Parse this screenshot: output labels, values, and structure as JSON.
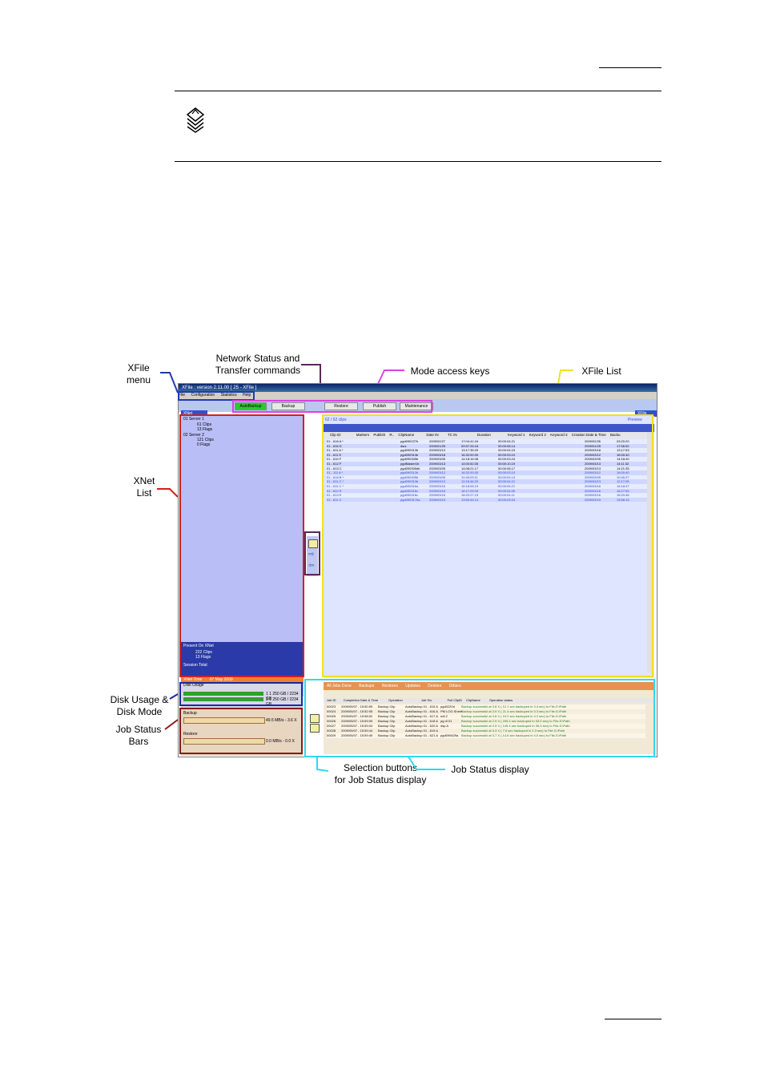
{
  "tip_icon": "tip-stack-icon",
  "callouts": {
    "xfile_menu": "XFile\nmenu",
    "network_status": "Network Status and\nTransfer commands",
    "mode_access_keys": "Mode access keys",
    "xfile_list": "XFile List",
    "xnet_list": "XNet\nList",
    "disk_usage": "Disk Usage &\nDisk Mode",
    "job_status_bars": "Job Status\nBars",
    "selection_buttons": "Selection buttons\nfor Job Status display",
    "job_status_display": "Job Status display"
  },
  "colors": {
    "xfile_menu": "#1f3bb0",
    "network_status": "#5a2a5a",
    "mode_access_keys": "#e040e0",
    "xfile_list": "#f0e020",
    "xnet_list": "#d02020",
    "disk_usage": "#1a2aa0",
    "job_status_bars": "#8a1a1a",
    "job_status_display": "#30d8f0"
  },
  "app": {
    "title": "XFile : version 2.11.00 [ 25 - XFile ]",
    "menu": [
      "File",
      "Configuration",
      "Statistics",
      "Help"
    ],
    "mode_buttons": [
      "AutoBackup",
      "Backup",
      "Restore",
      "Publish",
      "Maintenance"
    ],
    "xnet_tab": "XNet",
    "xfile_tab": "XFile",
    "servers": [
      {
        "name": "01 Server 1",
        "clips": "61 Clips",
        "flags": "13 Flags"
      },
      {
        "name": "02 Server 2",
        "clips": "121 Clips",
        "flags": "0 Flags"
      }
    ],
    "present_on_xnet": "Present On XNet",
    "present_clips": "222 Clips",
    "present_flags": "13 Flags",
    "session_total": "Session Total",
    "xnet_time": "XNet Time",
    "xnet_date": "07 May 2009",
    "list_counter": "62 / 62 clips",
    "preview": "Preview",
    "columns": [
      "Clip ID",
      "Markers",
      "Publish",
      "R..",
      "ClipName",
      "Date IN",
      "TC IN",
      "Duration",
      "Keyword 1",
      "Keyword 2",
      "Keyword 3",
      "Creation Date & Time",
      "Backu"
    ],
    "rows": [
      [
        "01 - 616 A *",
        "pgd090227b",
        "2009/02/27",
        "17:04:41.04",
        "00:00:04.21",
        "2009/02/26",
        "03:20:20"
      ],
      [
        "01 - 616 D",
        "dsrz",
        "2009/01/25",
        "09:57:26.16",
        "00:00:06.14",
        "2009/01/25",
        "17:06:52"
      ],
      [
        "01 - 611 A *",
        "pgd090313b",
        "2009/03/13",
        "13:17:35.09",
        "00:00:04.15",
        "2009/03/18",
        "13:17:53"
      ],
      [
        "01 - 611 E",
        "pgd090313b",
        "2009/03/18",
        "16:32:00.00",
        "00:00:03.10",
        "2009/03/12",
        "16:00:40"
      ],
      [
        "01 - 610 F",
        "pgd090305b",
        "2009/03/05",
        "14:18:16.08",
        "00:00:03.24",
        "2009/03/05",
        "14:18:40"
      ],
      [
        "01 - 612 F",
        "pgdMaster1b",
        "2009/03/13",
        "14:00:52.05",
        "00:00:10.19",
        "2009/03/13",
        "14:11:32"
      ],
      [
        "01 - 613 C",
        "pgd090305db",
        "2009/03/05",
        "14:08:21.17",
        "00:00:06.17",
        "2009/03/13",
        "14:21:35"
      ],
      [
        "01 - 111 A *",
        "pgd090312b",
        "2009/03/12",
        "16:32:00.00",
        "00:00:03.10",
        "2009/03/12",
        "16:00:40"
      ],
      [
        "01 - 616 B *",
        "pgd090305b",
        "2009/03/05",
        "10:45:09.11",
        "00:00:04.14",
        "2009/03/05",
        "10:45:27"
      ],
      [
        "01 - 611 C *",
        "pgd090313b",
        "2009/03/13",
        "12:16:46.20",
        "00:00:04.21",
        "2009/03/13",
        "12:17:05"
      ],
      [
        "01 - 611 C *",
        "pgd090316a",
        "2009/03/16",
        "16:18:06.19",
        "00:00:05.21",
        "2009/03/16",
        "16:18:37"
      ],
      [
        "01 - 612 E",
        "pgd090316c",
        "2009/03/16",
        "16:17:09.09",
        "00:00:04.00",
        "2009/03/16",
        "16:17:53"
      ],
      [
        "01 - 613 E",
        "pgd090316c",
        "2009/03/16",
        "16:20:27.15",
        "00:00:04.11",
        "2009/03/16",
        "16:20:48"
      ],
      [
        "01 - 611 C",
        "pgd090317ba",
        "2009/03/19",
        "13:53:44.14",
        "00:00:03.04",
        "2009/03/19",
        "13:56:15"
      ]
    ],
    "job_tabs": [
      "All Jobs Done",
      "Backups",
      "Restores",
      "Updates",
      "Deletes",
      "Others"
    ],
    "job_columns": [
      "Job ID",
      "Completion Date & Time",
      "Operation",
      "Job Src",
      "Full ClipID",
      "ClipName",
      "Operation status"
    ],
    "job_rows": [
      [
        "00023",
        "2009/05/07 - 15:50:59",
        "Backup Clip",
        "AutoBackup 01 - 615 A",
        "pgd0220d",
        "Backup successful at 3.6 X ( 12.1 sec backuped in 3.4 sec) to File-S:\\Path"
      ],
      [
        "00024",
        "2009/05/07 - 15:52:05",
        "Backup Clip",
        "AutoBackup 01 - 616 A",
        "PM LOG Sheet",
        "Backup successful at 3.9 X ( 21.4 sec backuped in 5.3 sec) to File-S:\\Path"
      ],
      [
        "00025",
        "2009/05/07 - 15:58:02",
        "Backup Clip",
        "AutoBackup 01 - 617 A",
        "edt 2",
        "Backup successful at 3.6 X ( 15.2 sec backuped in 4.2 sec) to File-S:\\Path"
      ],
      [
        "00026",
        "2009/05/07 - 15:59:09",
        "Backup Clip",
        "AutoBackup 01 - 618 A",
        "pg di 01",
        "Backup successful at 2.9 X ( 205.4 sec backuped in 53.0 sec) to File-S:\\Path"
      ],
      [
        "00027",
        "2009/05/07 - 15:59:04",
        "Backup Clip",
        "AutoBackup 01 - 620 A",
        "dsp A",
        "Backup successful at 3.9 X ( 149.4 sec backuped in 36.3 sec) to File-S:\\Path"
      ],
      [
        "00028",
        "2009/05/07 - 15:59:44",
        "Backup Clip",
        "AutoBackup 01 - 619 A",
        "",
        "Backup successful at 3.3 X ( 7.6 sec backuped in 2.3 sec) to File-S:\\Path"
      ],
      [
        "00029",
        "2009/05/07 - 15:59:49",
        "Backup Clip",
        "AutoBackup 01 - 621 A",
        "pgd090629a",
        "Backup successful at 3.7 X ( 14.6 sec backuped in 4.0 sec) to File-S:\\Path"
      ]
    ],
    "disk_usage_label": "Disk Usage",
    "disk_line1": "1 1 250 GB / 2234 GB",
    "disk_line2": "2 1 250 GB / 2234 GB",
    "backup_label": "Backup",
    "backup_rate": "49.5 MB/s - 3.6 X",
    "restore_label": "Restore",
    "restore_rate": "0.0 MB/s - 0.0 X"
  }
}
